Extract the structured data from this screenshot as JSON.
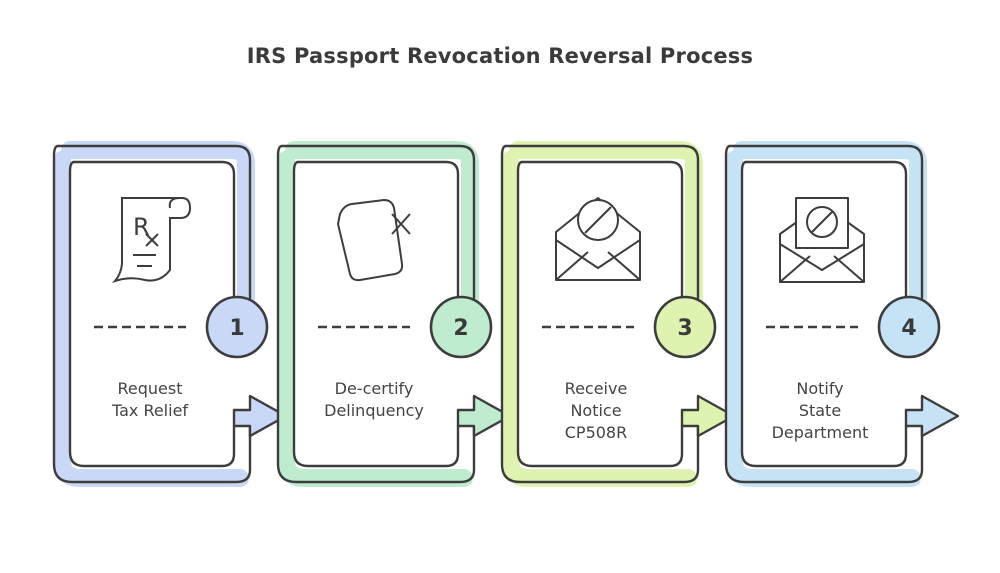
{
  "title": "IRS Passport Revocation Reversal Process",
  "steps": [
    {
      "number": "1",
      "lines": [
        "Request",
        "Tax Relief"
      ],
      "icon": "prescription-icon",
      "color": "#c9d8f6"
    },
    {
      "number": "2",
      "lines": [
        "De-certify",
        "Delinquency"
      ],
      "icon": "cancelled-document-icon",
      "color": "#bfeccf"
    },
    {
      "number": "3",
      "lines": [
        "Receive",
        "Notice",
        "CP508R"
      ],
      "icon": "envelope-notice-icon",
      "color": "#def3b0"
    },
    {
      "number": "4",
      "lines": [
        "Notify",
        "State",
        "Department"
      ],
      "icon": "envelope-letter-icon",
      "color": "#c6e3f6"
    }
  ]
}
